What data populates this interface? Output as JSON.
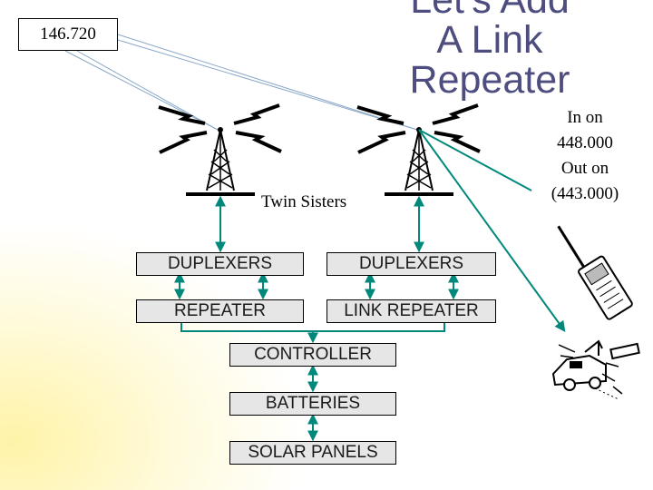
{
  "title": {
    "line1": "Let's Add",
    "line2": "A Link",
    "line3": "Repeater"
  },
  "frequency_label": "146.720",
  "twin_label": "Twin Sisters",
  "radio_note": {
    "line1": "In on",
    "line2": "448.000",
    "line3": "Out on",
    "line4": "(443.000)"
  },
  "blocks": {
    "duplexers_left": "DUPLEXERS",
    "duplexers_right": "DUPLEXERS",
    "repeater": "REPEATER",
    "link_repeater": "LINK REPEATER",
    "controller": "CONTROLLER",
    "batteries": "BATTERIES",
    "solar_panels": "SOLAR PANELS"
  },
  "colors": {
    "title": "#4d4d80",
    "connector": "#00897b",
    "box_fill": "#e6e6e6",
    "background_glow": "#fff7c2"
  }
}
